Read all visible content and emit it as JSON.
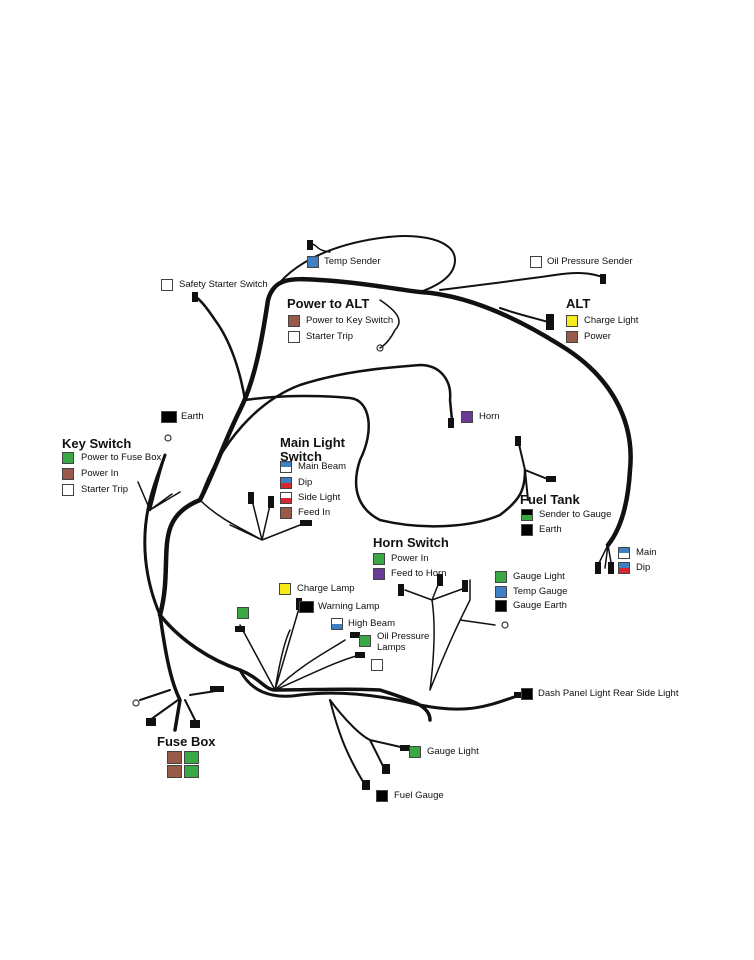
{
  "colors": {
    "green": "#3aa845",
    "brown": "#9a5a4a",
    "white": "#ffffff",
    "black": "#000000",
    "yellow": "#f6ec1c",
    "blue": "#3f7fc4",
    "purple": "#6a3b96",
    "red": "#d8262e",
    "wire": "#111111"
  },
  "labels": {
    "temp_sender": "Temp Sender",
    "oil_pressure_sender": "Oil Pressure Sender",
    "safety_starter_switch": "Safety Starter Switch",
    "earth": "Earth",
    "horn": "Horn",
    "dash_panel_light": "Dash Panel Light Rear Side Light",
    "gauge_light": "Gauge Light",
    "fuel_gauge": "Fuel Gauge",
    "charge_lamp": "Charge Lamp",
    "warning_lamp": "Warning Lamp",
    "high_beam": "High Beam",
    "oil_pressure_lamps": "Oil Pressure\nLamps"
  },
  "groups": {
    "power_to_alt": {
      "title": "Power to ALT",
      "items": [
        "Power to Key Switch",
        "Starter Trip"
      ]
    },
    "alt": {
      "title": "ALT",
      "items": [
        "Charge Light",
        "Power"
      ]
    },
    "key_switch": {
      "title": "Key Switch",
      "items": [
        "Power to Fuse Box",
        "Power In",
        "Starter Trip"
      ]
    },
    "main_light_switch": {
      "title": "Main Light\nSwitch",
      "items": [
        "Main Beam",
        "Dip",
        "Side Light",
        "Feed In"
      ]
    },
    "fuel_tank": {
      "title": "Fuel Tank",
      "items": [
        "Sender to Gauge",
        "Earth"
      ]
    },
    "dip_switch": {
      "items": [
        "Main",
        "Dip"
      ]
    },
    "horn_switch": {
      "title": "Horn Switch",
      "items": [
        "Power In",
        "Feed to Horn"
      ]
    },
    "gauges": {
      "items": [
        "Gauge Light",
        "Temp Gauge",
        "Gauge Earth"
      ]
    },
    "fuse_box": {
      "title": "Fuse Box"
    }
  }
}
